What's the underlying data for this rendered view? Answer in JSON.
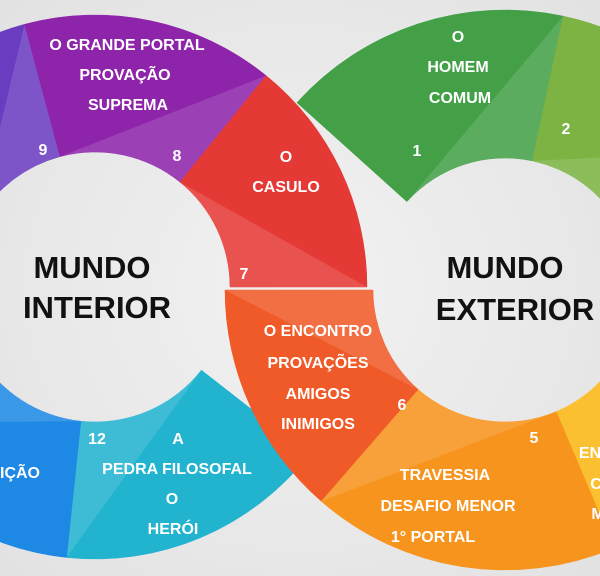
{
  "colors": {
    "background": "#ebebeb",
    "seg1": "#43a047",
    "seg2": "#7cb342",
    "seg3": "#5e9e38",
    "seg4": "#fbb714",
    "seg5": "#f7941d",
    "seg6": "#f05a28",
    "seg7": "#e53935",
    "seg8": "#8e24aa",
    "seg9": "#6a3cc0",
    "seg10": "#3a5fd0",
    "seg11": "#1e88e5",
    "seg12": "#22b3cf"
  },
  "left_ring": {
    "title": [
      "MUNDO",
      "INTERIOR"
    ],
    "segments": {
      "s7": {
        "number": "7",
        "lines": [
          "O",
          "CASULO"
        ]
      },
      "s8": {
        "number": "8",
        "lines": [
          "O GRANDE PORTAL",
          "PROVAÇÃO",
          "SUPREMA"
        ]
      },
      "s9": {
        "number": "9"
      },
      "s11": {
        "lines": [
          "IÇÃO"
        ]
      },
      "s12": {
        "number": "12",
        "lines": [
          "A",
          "PEDRA FILOSOFAL",
          "O",
          "HERÓI"
        ]
      }
    }
  },
  "right_ring": {
    "title": [
      "MUNDO",
      "EXTERIOR"
    ],
    "segments": {
      "s1": {
        "number": "1",
        "lines": [
          "O",
          "HOMEM",
          "COMUM"
        ]
      },
      "s2": {
        "number": "2"
      },
      "s4": {
        "lines": [
          "EN",
          "C",
          "M"
        ]
      },
      "s5": {
        "number": "5",
        "lines": [
          "TRAVESSIA",
          "DESAFIO MENOR",
          "1°  PORTAL"
        ]
      },
      "s6": {
        "number": "6",
        "lines": [
          "O ENCONTRO",
          "PROVAÇÕES",
          "AMIGOS",
          "INIMIGOS"
        ]
      }
    }
  }
}
